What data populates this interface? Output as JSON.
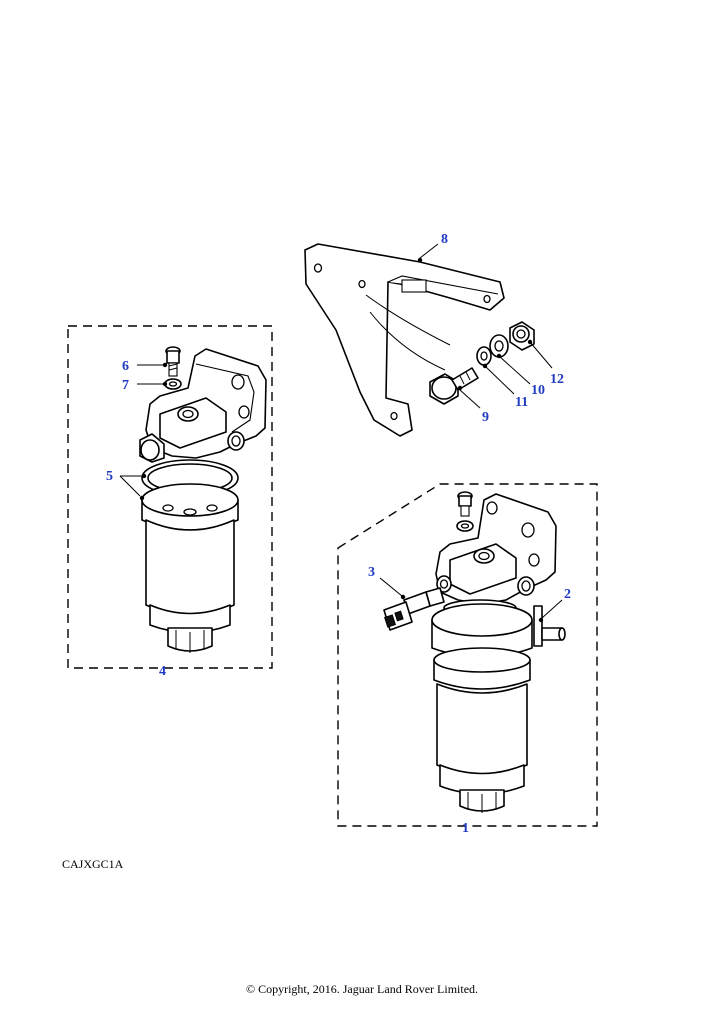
{
  "diagram": {
    "reference_code": "CAJXGC1A",
    "copyright": "© Copyright, 2016. Jaguar Land Rover Limited.",
    "callouts": {
      "c1": "1",
      "c2": "2",
      "c3": "3",
      "c4": "4",
      "c5": "5",
      "c6": "6",
      "c7": "7",
      "c8": "8",
      "c9": "9",
      "c10": "10",
      "c11": "11",
      "c12": "12"
    }
  }
}
